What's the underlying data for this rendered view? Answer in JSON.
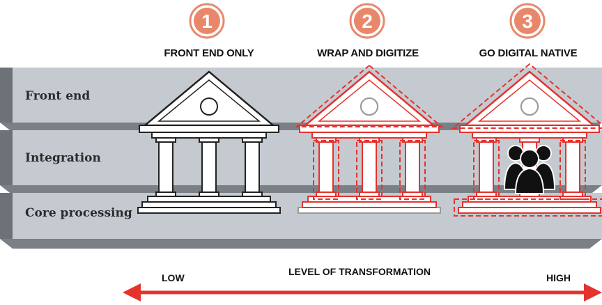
{
  "layers": [
    {
      "id": "front-end",
      "label": "Front end"
    },
    {
      "id": "integration",
      "label": "Integration"
    },
    {
      "id": "core",
      "label": "Core processing"
    }
  ],
  "steps": [
    {
      "number": "1",
      "title": "FRONT END ONLY"
    },
    {
      "number": "2",
      "title": "WRAP AND DIGITIZE"
    },
    {
      "number": "3",
      "title": "GO DIGITAL NATIVE"
    }
  ],
  "axis": {
    "low": "LOW",
    "title": "LEVEL OF TRANSFORMATION",
    "high": "HIGH"
  },
  "colors": {
    "accent": "#e5322d",
    "badge": "#e9876b",
    "slab_top": "#c5cad1",
    "slab_side": "#7b8087",
    "people": "#111111"
  }
}
